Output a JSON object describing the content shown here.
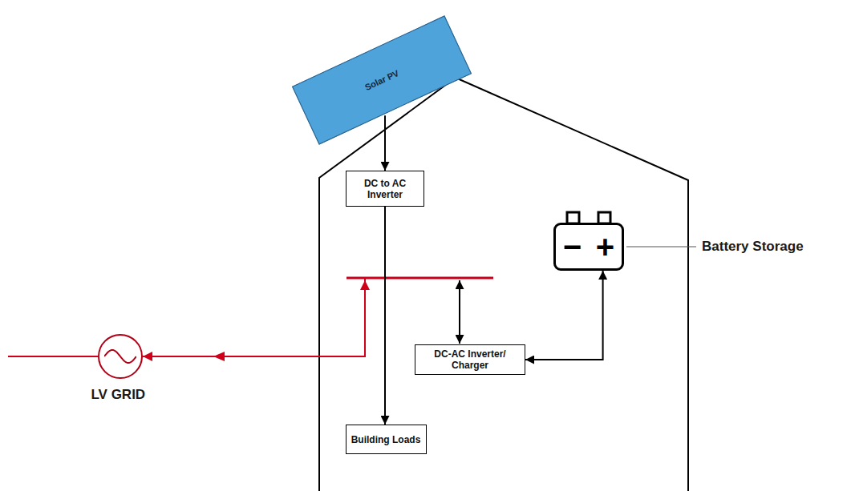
{
  "diagram": {
    "nodes": [
      {
        "text": [
          "Solar PV"
        ]
      },
      {
        "text": [
          "DC to AC Inverter"
        ]
      },
      {
        "text": [
          "−",
          "+"
        ]
      },
      {
        "text": [
          "DC-AC Inverter/ Charger"
        ]
      },
      {
        "text": [
          "LV GRID"
        ]
      },
      {
        "text": [
          "Building Loads"
        ]
      }
    ],
    "edges": [
      {
        "from": 0,
        "to": 1,
        "arrow": "to"
      },
      {
        "from": 1,
        "to": 5,
        "arrow": "to"
      },
      {
        "from": 3,
        "to": 2,
        "arrow": "both"
      },
      {
        "from": 1,
        "to": 4,
        "arrow": "to"
      }
    ],
    "labels": [
      "Battery Storage"
    ]
  }
}
